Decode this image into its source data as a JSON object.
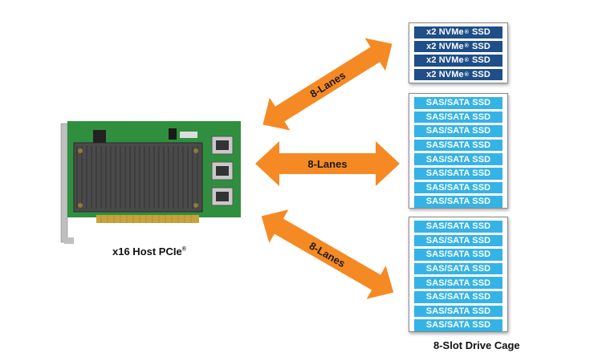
{
  "host": {
    "label": "x16 Host PCIe",
    "superscript": "®"
  },
  "arrows": [
    {
      "label": "8-Lanes"
    },
    {
      "label": "8-Lanes"
    },
    {
      "label": "8-Lanes"
    }
  ],
  "nvme_box": {
    "slots": [
      {
        "text": "x2 NVMe",
        "mark": "®",
        "suffix": "SSD"
      },
      {
        "text": "x2 NVMe",
        "mark": "®",
        "suffix": "SSD"
      },
      {
        "text": "x2 NVMe",
        "mark": "®",
        "suffix": "SSD"
      },
      {
        "text": "x2 NVMe",
        "mark": "®",
        "suffix": "SSD"
      }
    ]
  },
  "sas_box_1": {
    "slots": [
      "SAS/SATA SSD",
      "SAS/SATA SSD",
      "SAS/SATA SSD",
      "SAS/SATA SSD",
      "SAS/SATA SSD",
      "SAS/SATA SSD",
      "SAS/SATA SSD",
      "SAS/SATA SSD"
    ]
  },
  "sas_box_2": {
    "slots": [
      "SAS/SATA SSD",
      "SAS/SATA SSD",
      "SAS/SATA SSD",
      "SAS/SATA SSD",
      "SAS/SATA SSD",
      "SAS/SATA SSD",
      "SAS/SATA SSD",
      "SAS/SATA SSD"
    ]
  },
  "cage": {
    "label": "8-Slot Drive Cage"
  },
  "colors": {
    "arrow": "#f58a24",
    "nvme_slot": "#1f4e89",
    "sas_slot": "#35b3e6",
    "pcb": "#2f8f3f",
    "heatsink": "#4a4a4a"
  }
}
